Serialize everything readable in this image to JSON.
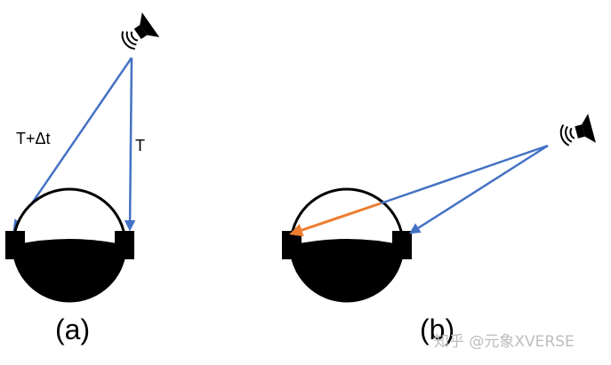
{
  "colors": {
    "background": "#ffffff",
    "ray": "#4472C4",
    "highlight_ray": "#ED7D31",
    "ink": "#000000",
    "watermark": "#bdbdbd"
  },
  "panel_a": {
    "caption": "(a)",
    "long_ray_label": "T+Δt",
    "short_ray_label": "T",
    "icons": [
      "speaker-icon",
      "head-with-headphones-icon"
    ]
  },
  "panel_b": {
    "caption": "(b)",
    "icons": [
      "speaker-icon",
      "head-with-headphones-icon"
    ]
  },
  "watermark": {
    "text": "知乎 @元象XVERSE"
  }
}
